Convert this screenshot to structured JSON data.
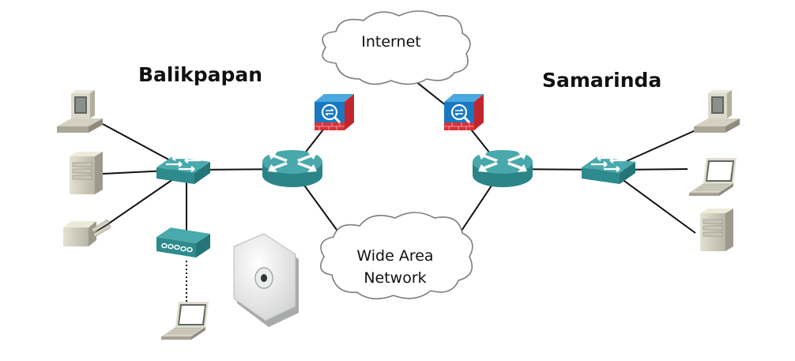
{
  "sites": {
    "left": "Balikpapan",
    "right": "Samarinda"
  },
  "clouds": {
    "internet": [
      "Internet"
    ],
    "wan": [
      "Wide Area",
      "Network"
    ]
  },
  "devices": {
    "left": [
      "pc-icon",
      "server-icon",
      "printer-icon",
      "switch-icon",
      "wireless-controller-icon",
      "laptop-icon",
      "access-point-icon",
      "router-icon",
      "firewall-icon"
    ],
    "right": [
      "firewall-icon",
      "router-icon",
      "switch-icon",
      "pc-icon",
      "laptop-icon",
      "server-icon"
    ]
  },
  "colors": {
    "network_device": "#3c9ea0",
    "firewall_top": "#1a7fc6",
    "firewall_brick": "#d8323a",
    "line": "#111111"
  }
}
